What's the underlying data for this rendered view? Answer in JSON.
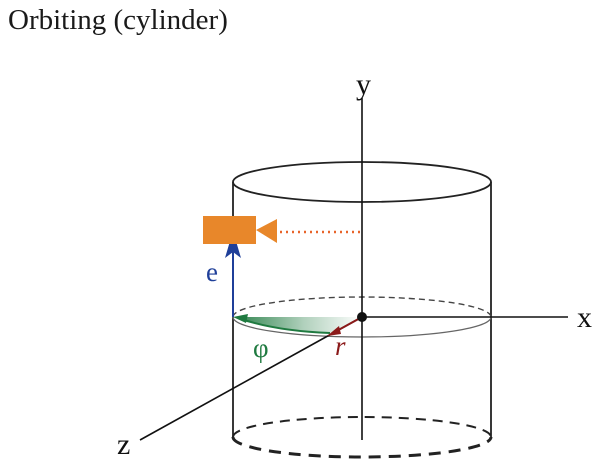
{
  "title": "Orbiting (cylinder)",
  "labels": {
    "y_axis": "y",
    "x_axis": "x",
    "z_axis": "z",
    "elevation": "e",
    "angle": "φ",
    "radius": "r"
  },
  "colors": {
    "axis": "#111111",
    "cylinder": "#222222",
    "camera": "#e8872a",
    "camera_sightline": "#e8642a",
    "elevation_arrow": "#1f3f99",
    "angle": "#1f7a40",
    "radius": "#8b1a1a"
  },
  "icons": {
    "camera": "video-camera-icon"
  }
}
